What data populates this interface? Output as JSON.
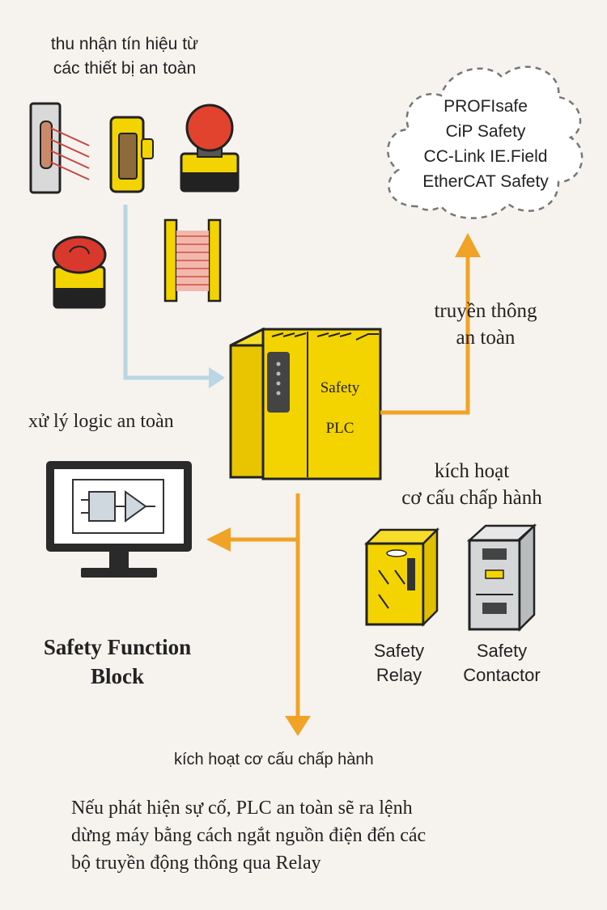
{
  "input_label": [
    "thu nhận tín hiệu từ",
    "các thiết bị an toàn"
  ],
  "protocols": [
    "PROFIsafe",
    "CiP Safety",
    "CC-Link IE.Field",
    "EtherCAT Safety"
  ],
  "comm_label": [
    "truyền thông",
    "an toàn"
  ],
  "plc_label": [
    "Safety",
    "PLC"
  ],
  "logic_label": "xử lý logic an toàn",
  "actuate_label": [
    "kích hoạt",
    "cơ cấu chấp hành"
  ],
  "relay_label": [
    "Safety",
    "Relay"
  ],
  "contactor_label": [
    "Safety",
    "Contactor"
  ],
  "function_block_label": [
    "Safety Function",
    "Block"
  ],
  "bottom_label": "kích hoạt cơ cấu chấp hành",
  "description": [
    "Nếu phát hiện sự cố, PLC an toàn sẽ ra lệnh",
    "dừng máy bằng cách ngắt nguồn điện đến các",
    "bộ truyền động thông qua Relay"
  ],
  "colors": {
    "orange": "#f0a327",
    "blue": "#b9d6e4",
    "yellow": "#f3d400",
    "dark": "#222222"
  }
}
